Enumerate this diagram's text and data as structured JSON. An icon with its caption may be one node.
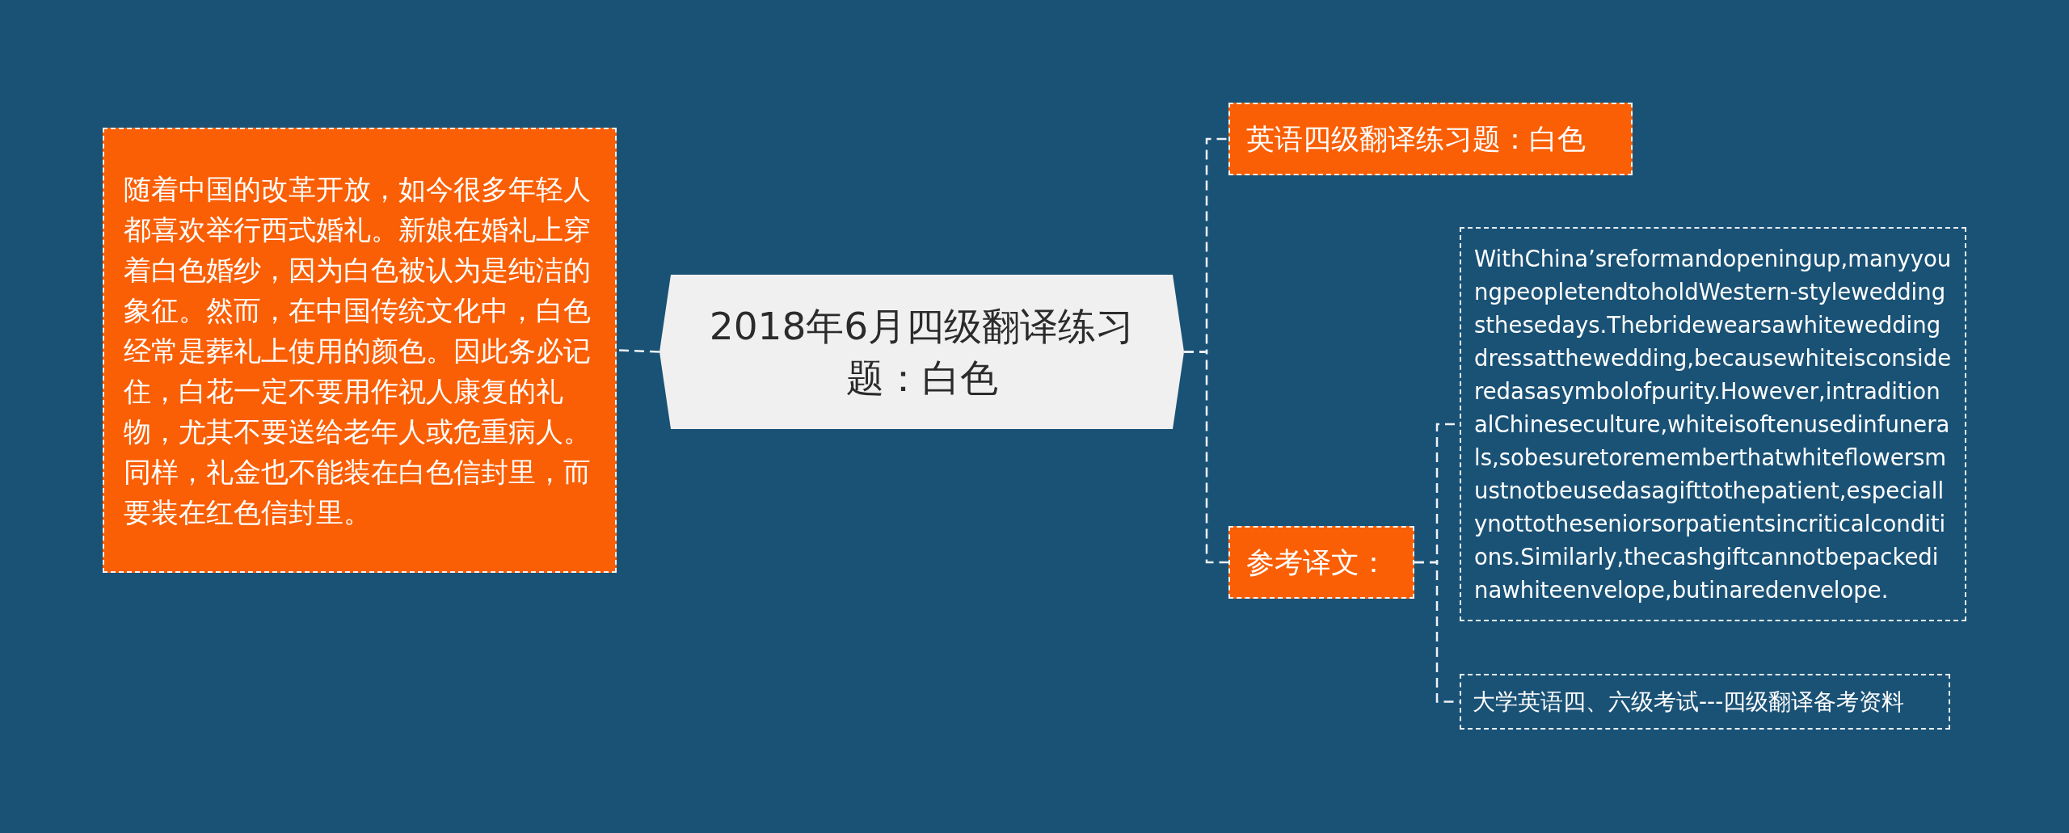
{
  "diagram": {
    "nodes": [
      {
        "text": [
          "2018年6月四级翻译练习题：白色"
        ]
      },
      {
        "text": [
          "随着中国的改革开放，如今很多年轻人都喜欢举行西式婚礼。新娘在婚礼上穿着白色婚纱，因为白色被认为是纯洁的象征。然而，在中国传统文化中，白色经常是葬礼上使用的颜色。因此务必记住，白花一定不要用作祝人康复的礼物，尤其不要送给老年人或危重病人。同样，礼金也不能装在白色信封里，而要装在红色信封里。"
        ]
      },
      {
        "text": [
          "英语四级翻译练习题：白色"
        ]
      },
      {
        "text": [
          "参考译文："
        ]
      },
      {
        "text": [
          "WithChina’sreformandopeningup,manyyoungpeopletendtoholdWestern-styleweddingsthesedays.Thebridewearsawhiteweddingdressatthewedding,becausewhiteisconsideredasasymbolofpurity.However,intraditionalChineseculture,whiteisoftenusedinfunerals,sobesuretorememberthatwhiteflowersmustnotbeusedasagifttothepatient,especiallynottotheseniorsorpatientsincriticalconditions.Similarly,thecashgiftcannotbepackedinawhiteenvelope,butinaredenvelope."
        ]
      },
      {
        "text": [
          "大学英语四、六级考试---四级翻译备考资料"
        ]
      }
    ],
    "edges": [
      {
        "from": 0,
        "to": 1,
        "arrow": "none"
      },
      {
        "from": 0,
        "to": 2,
        "arrow": "none"
      },
      {
        "from": 0,
        "to": 3,
        "arrow": "none"
      },
      {
        "from": 3,
        "to": 4,
        "arrow": "none"
      },
      {
        "from": 3,
        "to": 5,
        "arrow": "none"
      }
    ]
  }
}
